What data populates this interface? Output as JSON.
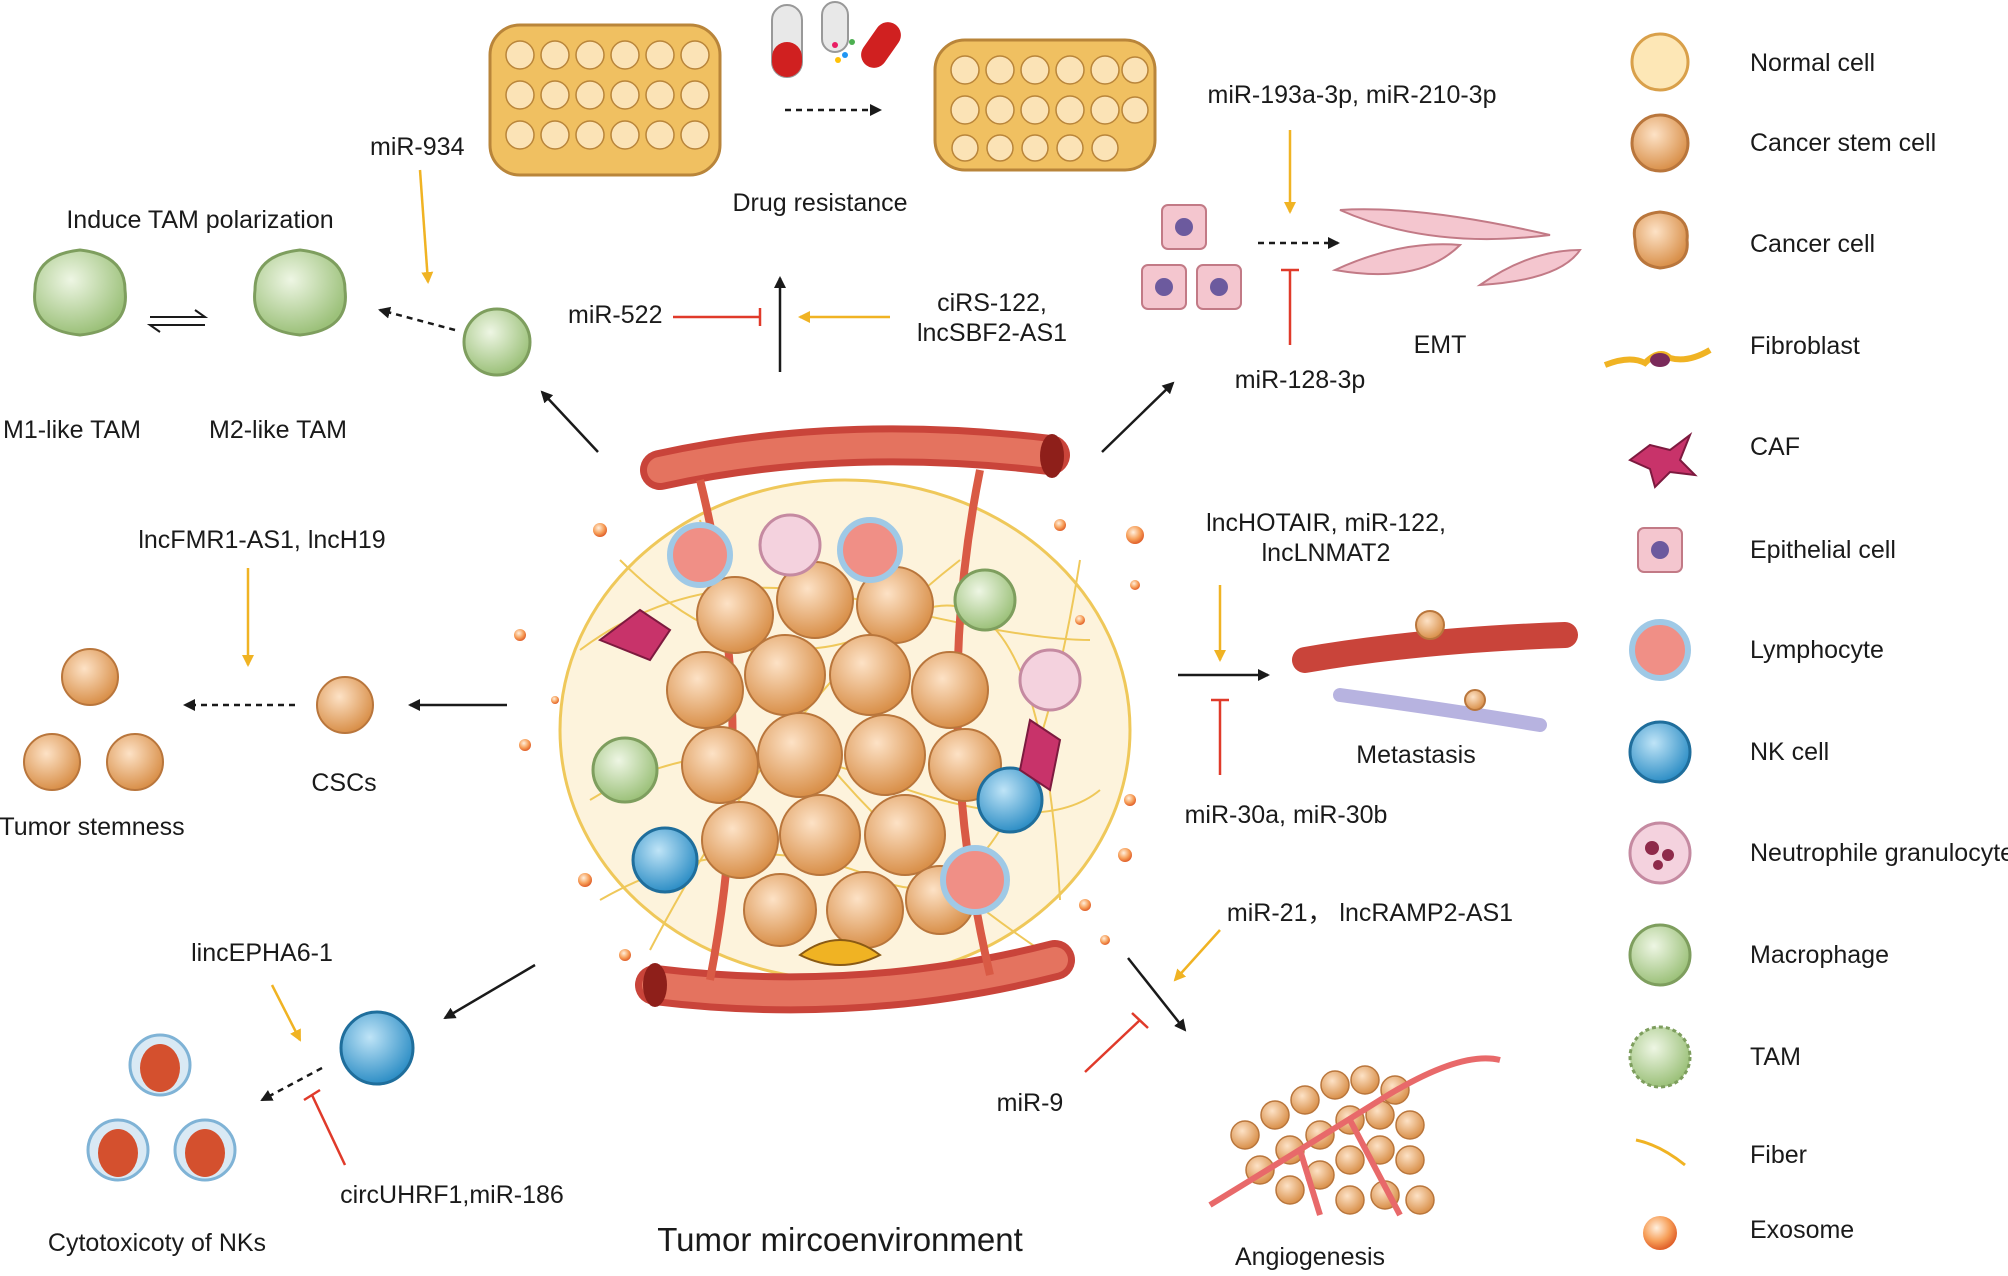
{
  "title": "Tumor mircoenvironment",
  "tam_panel": {
    "heading": "Induce TAM polarization",
    "m1_label": "M1-like TAM",
    "m2_label": "M2-like TAM",
    "promoter": "miR-934",
    "inhibitor": "miR-522"
  },
  "drug_panel": {
    "label": "Drug resistance",
    "promoter": "ciRS-122,\nlncSBF2-AS1"
  },
  "emt_panel": {
    "label": "EMT",
    "promoter": "miR-193a-3p, miR-210-3p",
    "inhibitor": "miR-128-3p"
  },
  "stemness_panel": {
    "label": "Tumor stemness",
    "cells_label": "CSCs",
    "promoter": "lncFMR1-AS1, lncH19"
  },
  "metastasis_panel": {
    "label": "Metastasis",
    "promoter": "lncHOTAIR, miR-122,\nlncLNMAT2",
    "inhibitor": "miR-30a, miR-30b"
  },
  "nk_panel": {
    "label": "Cytotoxicoty of NKs",
    "promoter": "lincEPHA6-1",
    "inhibitor": "circUHRF1,miR-186"
  },
  "angio_panel": {
    "label": "Angiogenesis",
    "promoter": "miR-21， lncRAMP2-AS1",
    "inhibitor": "miR-9"
  },
  "legend": [
    {
      "icon": "normal-cell-icon",
      "label": "Normal cell"
    },
    {
      "icon": "cancer-stem-cell-icon",
      "label": "Cancer stem cell"
    },
    {
      "icon": "cancer-cell-icon",
      "label": "Cancer cell"
    },
    {
      "icon": "fibroblast-icon",
      "label": "Fibroblast"
    },
    {
      "icon": "caf-icon",
      "label": "CAF"
    },
    {
      "icon": "epithelial-cell-icon",
      "label": "Epithelial cell"
    },
    {
      "icon": "lymphocyte-icon",
      "label": "Lymphocyte"
    },
    {
      "icon": "nk-cell-icon",
      "label": "NK cell"
    },
    {
      "icon": "neutrophil-icon",
      "label": "Neutrophile granulocyte"
    },
    {
      "icon": "macrophage-icon",
      "label": "Macrophage"
    },
    {
      "icon": "tam-icon",
      "label": "TAM"
    },
    {
      "icon": "fiber-icon",
      "label": "Fiber"
    },
    {
      "icon": "exosome-icon",
      "label": "Exosome"
    }
  ],
  "colors": {
    "promote_arrow": "#f0b323",
    "inhibit_arrow": "#e03a2a",
    "flow_arrow": "#1a1a1a",
    "vessel": "#d95a45",
    "cancer_cell": "#e8b27a",
    "macrophage": "#c9dfb0",
    "nk_cell": "#5aa9d6",
    "lymphocyte": "#f08f86",
    "epithelial": "#f4c6cf",
    "exosome": "#f47b3c"
  }
}
